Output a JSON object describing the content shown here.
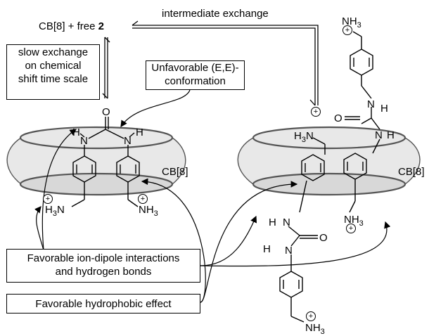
{
  "top_left": {
    "prefix": "CB[8] + free ",
    "number": "2"
  },
  "top_arrow_label": "intermediate exchange",
  "box_slow": {
    "line1": "slow exchange",
    "line2": "on chemical",
    "line3": "shift time scale"
  },
  "box_conformation": {
    "line1": "Unfavorable (E,E)-",
    "line2": "conformation"
  },
  "box_iondipole": {
    "line1": "Favorable ion-dipole interactions",
    "line2": "and hydrogen bonds"
  },
  "box_hydrophobic": "Favorable hydrophobic effect",
  "host_label_left": "CB[8]",
  "host_label_right": "CB[8]",
  "atoms": {
    "O": "O",
    "N": "N",
    "H": "H",
    "NH": "NH",
    "H3": "H",
    "sub3": "3",
    "charge": "+"
  },
  "colors": {
    "host_fill": "#e6e6e6",
    "host_stroke": "#555555",
    "line": "#000000"
  }
}
